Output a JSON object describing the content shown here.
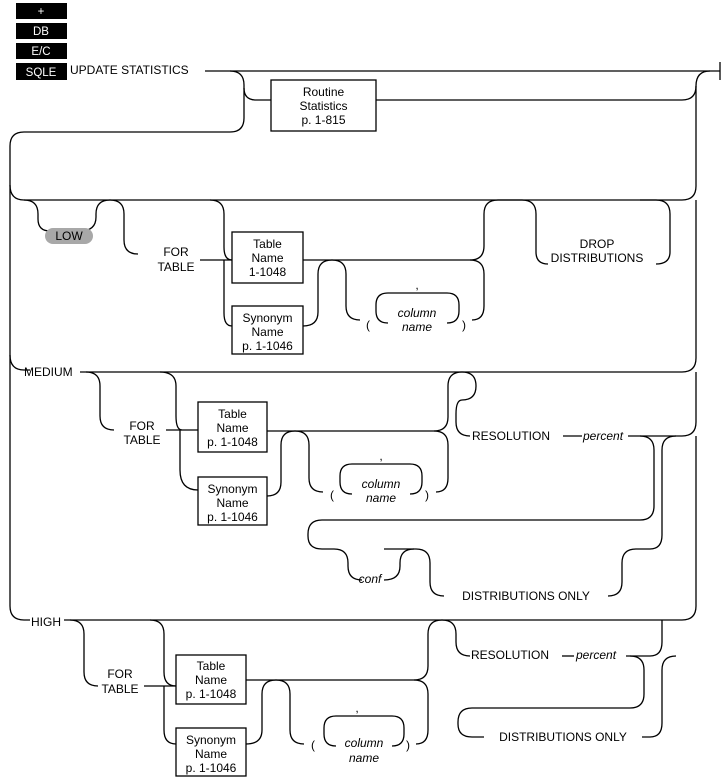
{
  "badges": [
    "+",
    "DB",
    "E/C",
    "SQLE"
  ],
  "statement": "UPDATE STATISTICS",
  "routine_ref": [
    "Routine",
    "Statistics",
    "p. 1-815"
  ],
  "modes": {
    "low": "LOW",
    "medium": "MEDIUM",
    "high": "HIGH"
  },
  "for_table": [
    "FOR",
    "TABLE"
  ],
  "table_ref_low": [
    "Table",
    "Name",
    "1-1048"
  ],
  "table_ref": [
    "Table",
    "Name",
    "p. 1-1048"
  ],
  "synonym_ref": [
    "Synonym",
    "Name",
    "p. 1-1046"
  ],
  "column_name": [
    "column",
    "name"
  ],
  "comma": ",",
  "open_paren": "(",
  "close_paren": ")",
  "drop_distributions": [
    "DROP",
    "DISTRIBUTIONS"
  ],
  "resolution": "RESOLUTION",
  "percent": "percent",
  "conf": "conf",
  "distributions_only": "DISTRIBUTIONS ONLY",
  "colors": {
    "badge": "#000000",
    "low_pill": "#a8a8a8",
    "line": "#000000"
  }
}
